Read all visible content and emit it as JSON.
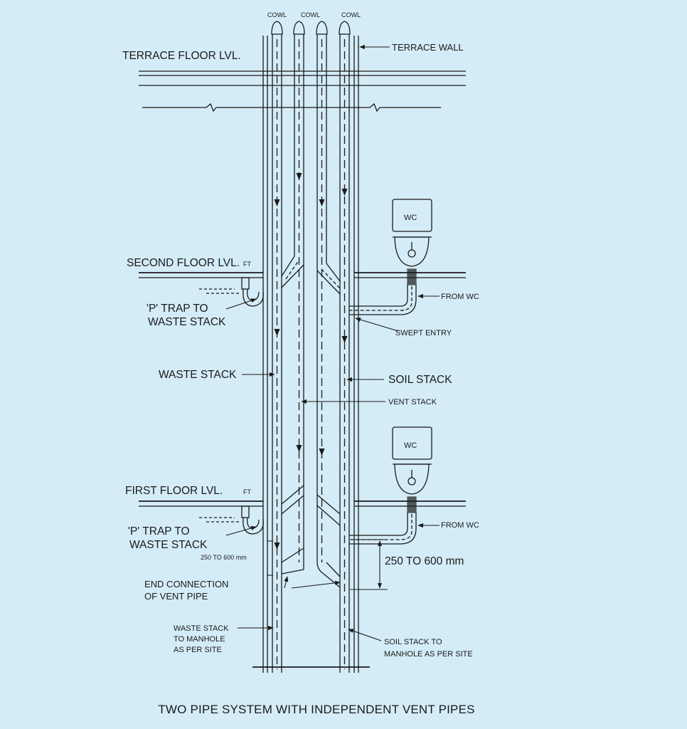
{
  "colors": {
    "background": "#d4ecf7",
    "line": "#1a1a1a"
  },
  "cowls": [
    "COWL",
    "COWL",
    "COWL"
  ],
  "floors": {
    "terrace": "TERRACE FLOOR LVL.",
    "second": "SECOND FLOOR LVL.",
    "first": "FIRST FLOOR LVL."
  },
  "ft_labels": [
    "FT",
    "FT"
  ],
  "wc_labels": [
    "WC",
    "WC"
  ],
  "labels": {
    "terrace_wall": "TERRACE WALL",
    "p_trap_1": [
      "'P' TRAP TO",
      "WASTE STACK"
    ],
    "p_trap_2": [
      "'P' TRAP TO",
      "WASTE STACK"
    ],
    "waste_stack": "WASTE STACK",
    "soil_stack": "SOIL STACK",
    "vent_stack": "VENT STACK",
    "from_wc_1": "FROM WC",
    "from_wc_2": "FROM WC",
    "swept_entry": "SWEPT ENTRY",
    "small_dim": "250 TO 600 mm",
    "dim": "250 TO 600 mm",
    "end_connection": [
      "END CONNECTION",
      "OF VENT PIPE"
    ],
    "waste_manhole": [
      "WASTE STACK",
      "TO MANHOLE",
      "AS PER SITE"
    ],
    "soil_manhole": [
      "SOIL STACK TO",
      "MANHOLE AS PER SITE"
    ]
  },
  "caption": "TWO PIPE SYSTEM WITH INDEPENDENT VENT PIPES"
}
